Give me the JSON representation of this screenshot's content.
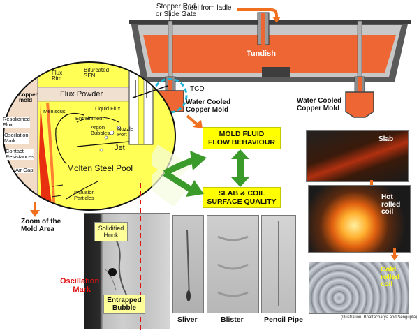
{
  "tundish": {
    "stopper_label": "Stopper Rod\nor Slide Gate",
    "ladle_label": "Steel from ladle",
    "tundish_label": "Tundish",
    "tcd_label": "TCD",
    "water_mold_left": "Water Cooled\nCopper Mold",
    "water_mold_right": "Water Cooled\nCopper Mold"
  },
  "zoom": {
    "flux_rim": "Flux\nRim",
    "bifurcated_sen": "Bifurcated\nSEN",
    "copper_mold": "copper\nmold",
    "flux_powder": "Flux Powder",
    "liquid_flux": "Liquid Flux",
    "meniscus": "Meniscus",
    "entrainment": "Entrainment",
    "argon_bubbles": "Argon\nBubbles",
    "nozzle_port": "Nozzle\nPort",
    "resolidified_flux": "Resolidified\nFlux",
    "oscillation_mark": "Oscillation\nMark",
    "contact_resistances": "Contact\nResistances",
    "air_gap": "Air Gap",
    "jet": "Jet",
    "molten_steel_pool": "Molten Steel Pool",
    "inclusion_particles": "Inclusion\nParticles",
    "zoom_caption": "Zoom  of the\nMold Area"
  },
  "center": {
    "box_flow": "MOLD FLUID\nFLOW BEHAVIOUR",
    "box_quality": "SLAB & COIL\nSURFACE QUALITY"
  },
  "micro": {
    "solidified_hook": "Solidified\nHook",
    "oscillation_mark": "Oscillation\nMark",
    "entrapped_bubble": "Entrapped\nBubble"
  },
  "defects": {
    "sliver": "Sliver",
    "blister": "Blister",
    "pencil_pipe": "Pencil Pipe"
  },
  "process": {
    "slab": "Slab",
    "hot_rolled_coil": "Hot\nrolled\ncoil",
    "cold_rolled_coil": "Cold\nrolled\ncoil"
  },
  "credit": "(Illustration: Bhattacharya  and Sengupta)",
  "colors": {
    "steel_orange": "#ee6633",
    "mold_yellow": "#ffff44",
    "box_yellow": "#ffff00",
    "arrow_orange": "#f07020",
    "arrow_green": "#3a9a2a",
    "label_red": "#e01010"
  }
}
